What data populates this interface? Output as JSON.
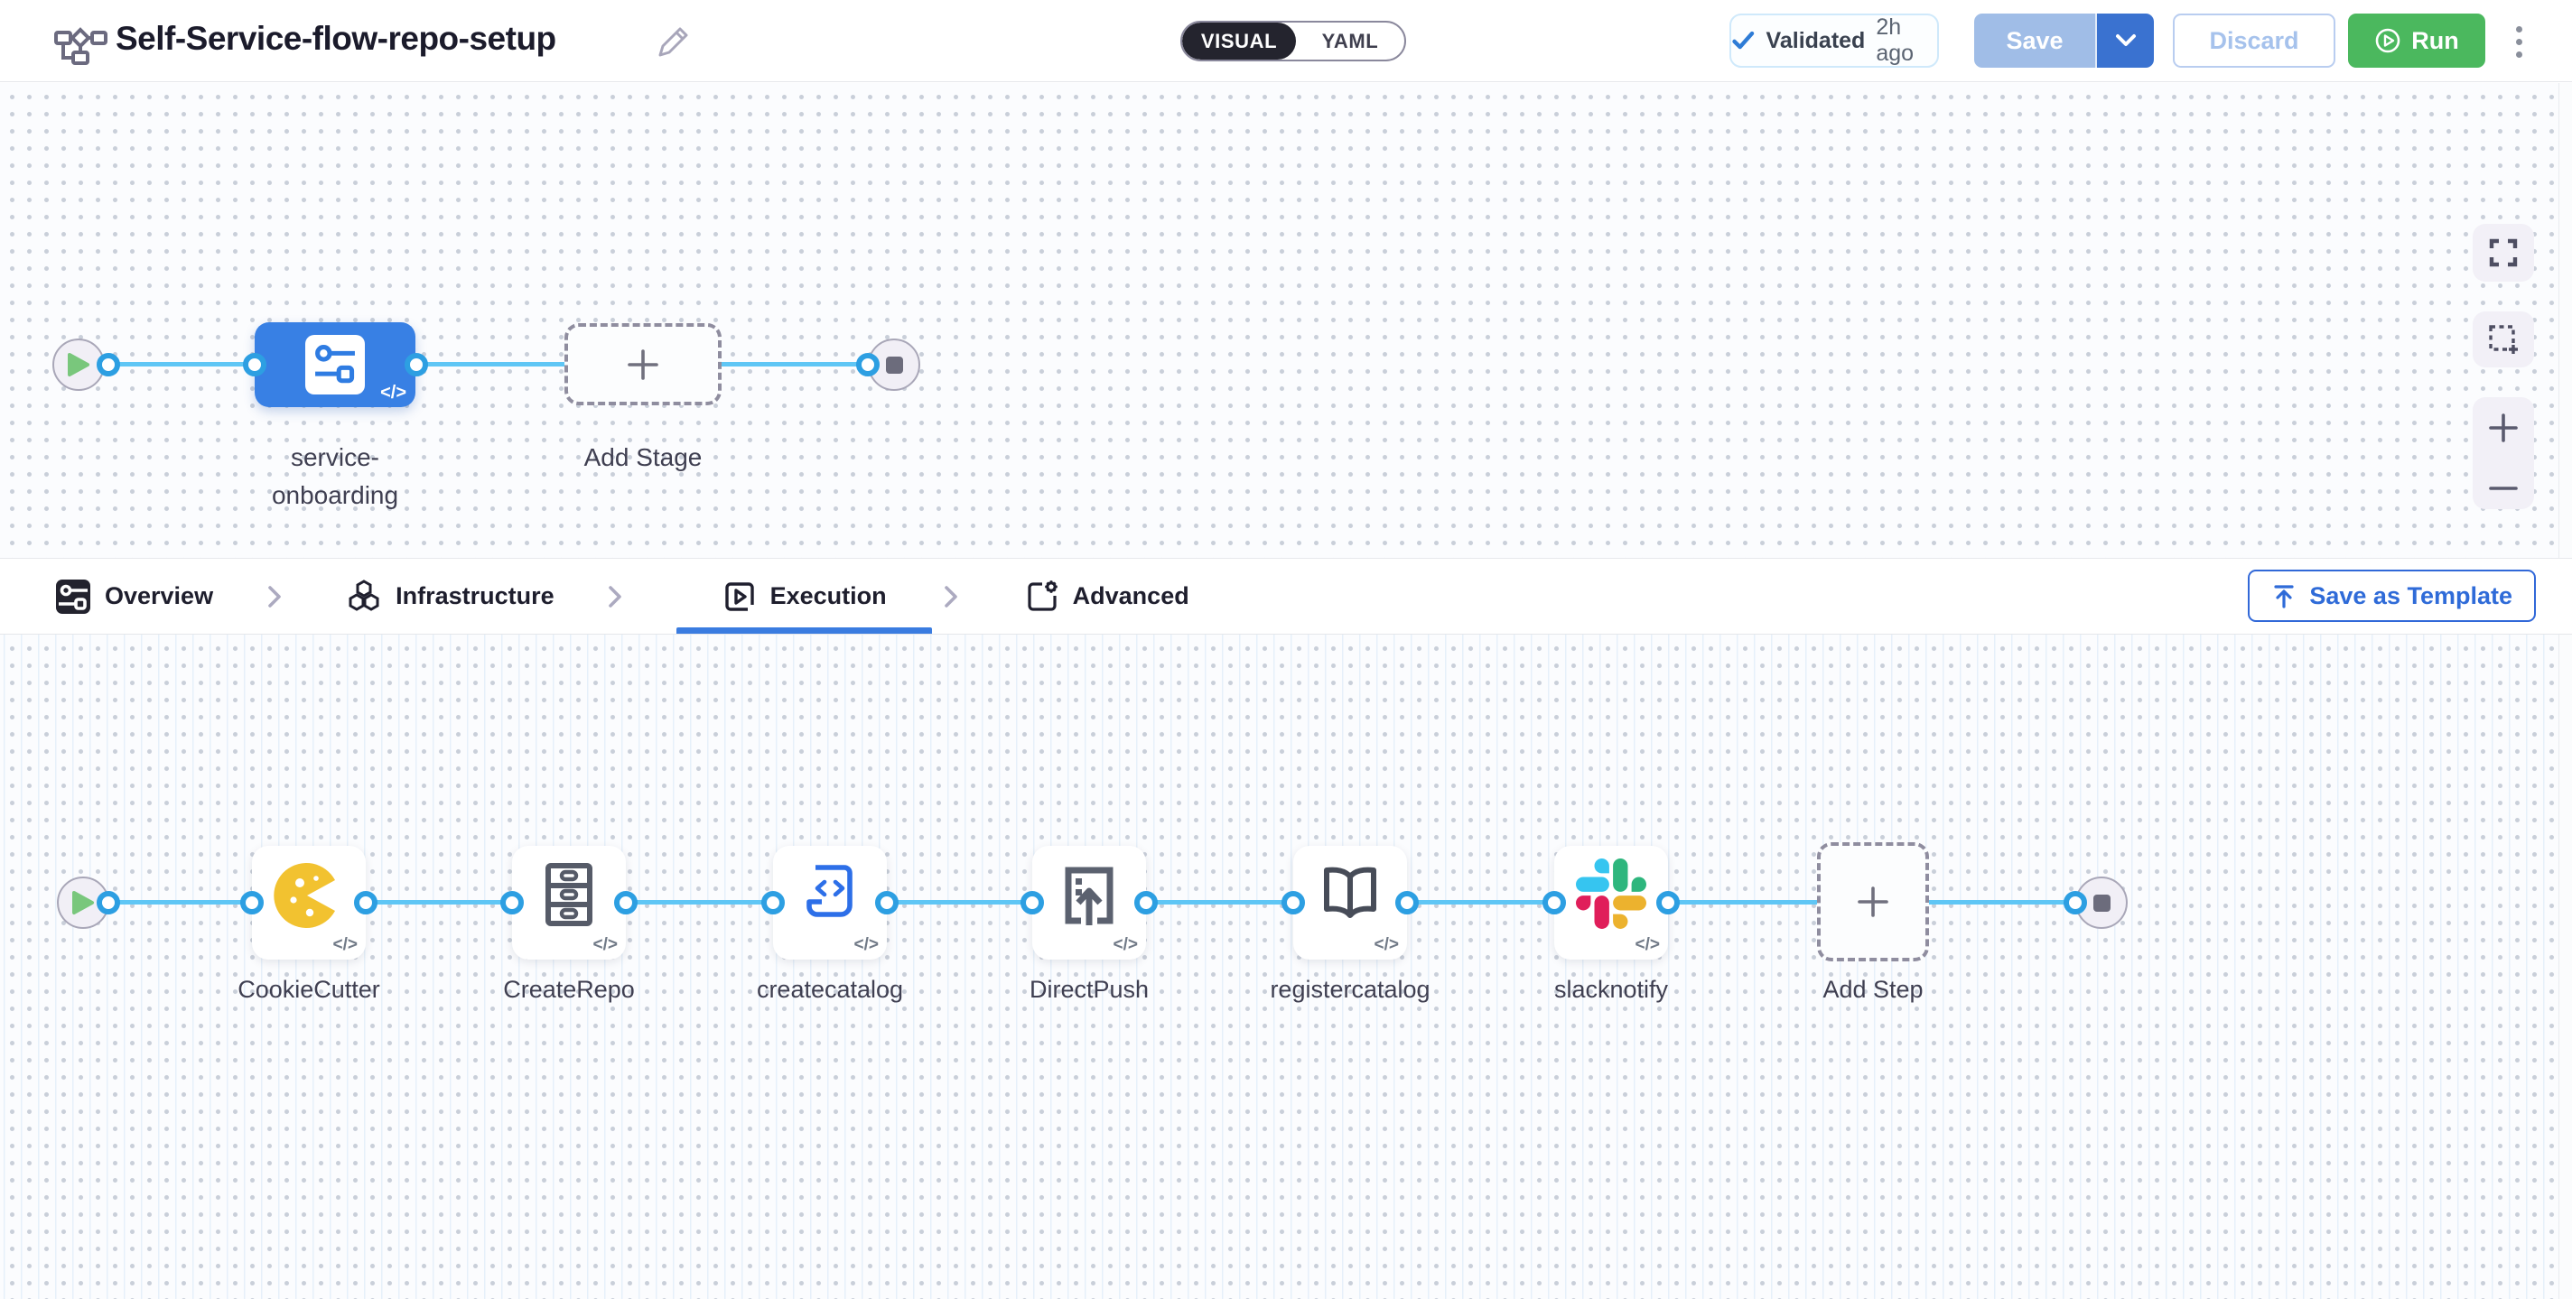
{
  "header": {
    "title": "Self-Service-flow-repo-setup",
    "mode_toggle": {
      "visual": "VISUAL",
      "yaml": "YAML"
    },
    "validated": {
      "label": "Validated",
      "time": "2h ago"
    },
    "save_label": "Save",
    "discard_label": "Discard",
    "run_label": "Run"
  },
  "stage_canvas": {
    "stage_label_line1": "service-",
    "stage_label_line2": "onboarding",
    "add_stage_label": "Add Stage",
    "code_badge": "</>"
  },
  "tabs": {
    "items": [
      {
        "label": "Overview"
      },
      {
        "label": "Infrastructure"
      },
      {
        "label": "Execution"
      },
      {
        "label": "Advanced"
      }
    ],
    "active": "Execution",
    "save_as_template_label": "Save as Template"
  },
  "execution_canvas": {
    "steps": [
      {
        "label": "CookieCutter",
        "icon": "cookiecutter-icon"
      },
      {
        "label": "CreateRepo",
        "icon": "drawer-cabinet-icon"
      },
      {
        "label": "createcatalog",
        "icon": "code-scroll-icon"
      },
      {
        "label": "DirectPush",
        "icon": "push-upload-icon"
      },
      {
        "label": "registercatalog",
        "icon": "open-book-icon"
      },
      {
        "label": "slacknotify",
        "icon": "slack-icon"
      }
    ],
    "add_step_label": "Add Step",
    "code_badge": "</>"
  },
  "colors": {
    "accent_blue": "#3a7ce0",
    "stage_blue": "#3880e4",
    "connector_line": "#5fc6f5",
    "port_ring": "#2d9fe2",
    "run_green": "#4bb85e",
    "save_disabled": "#a0bde7",
    "save_caret": "#3a72d0",
    "cookie_yellow": "#f2c230",
    "slack_blue": "#36C5F0",
    "slack_green": "#2EB67D",
    "slack_red": "#E01E5A",
    "slack_yellow": "#ECB22E"
  }
}
